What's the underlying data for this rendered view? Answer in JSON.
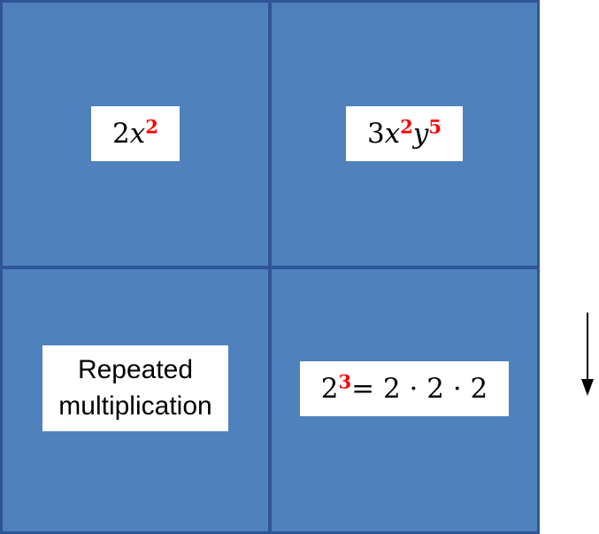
{
  "slide": {
    "cells": {
      "top_left": {
        "coeff": "2",
        "var": "x",
        "exp": "2"
      },
      "top_right": {
        "coeff": "3",
        "var1": "x",
        "exp1": "2",
        "var2": "y",
        "exp2": "5"
      },
      "bottom_left": {
        "line1": "Repeated",
        "line2": "multiplication"
      },
      "bottom_right": {
        "base": "2",
        "exp": "3",
        "rest": "= 2 · 2 · 2"
      }
    }
  },
  "colors": {
    "cell_fill": "#4f81bd",
    "grid_border": "#2f5597",
    "label_background": "#ffffff",
    "text": "#000000",
    "exponent_red": "#ff0000",
    "arrow": "#000000"
  }
}
